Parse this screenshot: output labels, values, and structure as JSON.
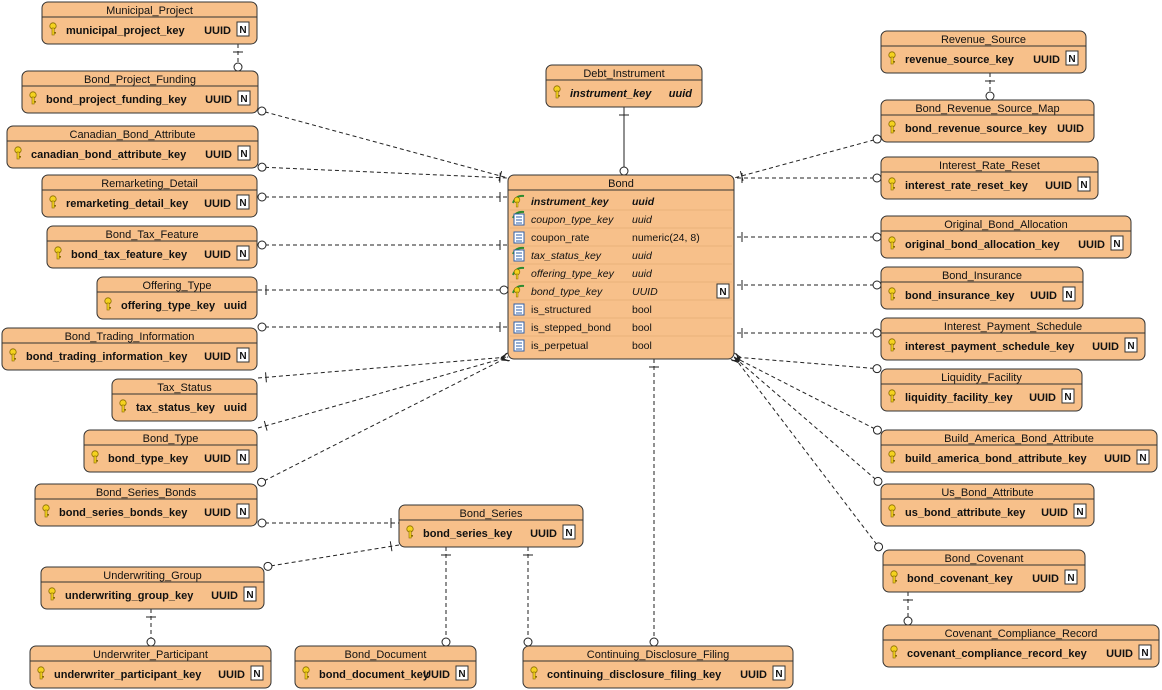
{
  "entities": [
    {
      "name": "Municipal_Project",
      "key": "municipal_project_key",
      "type": "UUID",
      "nullable": "N"
    },
    {
      "name": "Bond_Project_Funding",
      "key": "bond_project_funding_key",
      "type": "UUID",
      "nullable": "N"
    },
    {
      "name": "Canadian_Bond_Attribute",
      "key": "canadian_bond_attribute_key",
      "type": "UUID",
      "nullable": "N"
    },
    {
      "name": "Remarketing_Detail",
      "key": "remarketing_detail_key",
      "type": "UUID",
      "nullable": "N"
    },
    {
      "name": "Bond_Tax_Feature",
      "key": "bond_tax_feature_key",
      "type": "UUID",
      "nullable": "N"
    },
    {
      "name": "Offering_Type",
      "key": "offering_type_key",
      "type": "uuid",
      "nullable": ""
    },
    {
      "name": "Bond_Trading_Information",
      "key": "bond_trading_information_key",
      "type": "UUID",
      "nullable": "N"
    },
    {
      "name": "Tax_Status",
      "key": "tax_status_key",
      "type": "uuid",
      "nullable": ""
    },
    {
      "name": "Bond_Type",
      "key": "bond_type_key",
      "type": "UUID",
      "nullable": "N"
    },
    {
      "name": "Bond_Series_Bonds",
      "key": "bond_series_bonds_key",
      "type": "UUID",
      "nullable": "N"
    },
    {
      "name": "Underwriting_Group",
      "key": "underwriting_group_key",
      "type": "UUID",
      "nullable": "N"
    },
    {
      "name": "Underwriter_Participant",
      "key": "underwriter_participant_key",
      "type": "UUID",
      "nullable": "N"
    },
    {
      "name": "Bond_Document",
      "key": "bond_document_key",
      "type": "UUID",
      "nullable": "N"
    },
    {
      "name": "Bond_Series",
      "key": "bond_series_key",
      "type": "UUID",
      "nullable": "N"
    },
    {
      "name": "Continuing_Disclosure_Filing",
      "key": "continuing_disclosure_filing_key",
      "type": "UUID",
      "nullable": "N"
    },
    {
      "name": "Debt_Instrument",
      "key": "instrument_key",
      "type": "uuid",
      "nullable": ""
    },
    {
      "name": "Revenue_Source",
      "key": "revenue_source_key",
      "type": "UUID",
      "nullable": "N"
    },
    {
      "name": "Bond_Revenue_Source_Map",
      "key": "bond_revenue_source_key",
      "type": "UUID",
      "nullable": ""
    },
    {
      "name": "Interest_Rate_Reset",
      "key": "interest_rate_reset_key",
      "type": "UUID",
      "nullable": "N"
    },
    {
      "name": "Original_Bond_Allocation",
      "key": "original_bond_allocation_key",
      "type": "UUID",
      "nullable": "N"
    },
    {
      "name": "Bond_Insurance",
      "key": "bond_insurance_key",
      "type": "UUID",
      "nullable": "N"
    },
    {
      "name": "Interest_Payment_Schedule",
      "key": "interest_payment_schedule_key",
      "type": "UUID",
      "nullable": "N"
    },
    {
      "name": "Liquidity_Facility",
      "key": "liquidity_facility_key",
      "type": "UUID",
      "nullable": "N"
    },
    {
      "name": "Build_America_Bond_Attribute",
      "key": "build_america_bond_attribute_key",
      "type": "UUID",
      "nullable": "N"
    },
    {
      "name": "Us_Bond_Attribute",
      "key": "us_bond_attribute_key",
      "type": "UUID",
      "nullable": "N"
    },
    {
      "name": "Bond_Covenant",
      "key": "bond_covenant_key",
      "type": "UUID",
      "nullable": "N"
    },
    {
      "name": "Covenant_Compliance_Record",
      "key": "covenant_compliance_record_key",
      "type": "UUID",
      "nullable": "N"
    }
  ],
  "bond": {
    "name": "Bond",
    "columns": [
      {
        "name": "instrument_key",
        "type": "uuid",
        "icon": "pfk-key-icon",
        "style": "bold-italic",
        "nullable": ""
      },
      {
        "name": "coupon_type_key",
        "type": "uuid",
        "icon": "fk-column-icon",
        "style": "italic",
        "nullable": ""
      },
      {
        "name": "coupon_rate",
        "type": "numeric(24, 8)",
        "icon": "column-icon",
        "style": "normal",
        "nullable": ""
      },
      {
        "name": "tax_status_key",
        "type": "uuid",
        "icon": "fk-column-icon",
        "style": "italic",
        "nullable": ""
      },
      {
        "name": "offering_type_key",
        "type": "uuid",
        "icon": "fk-key-icon",
        "style": "italic",
        "nullable": ""
      },
      {
        "name": "bond_type_key",
        "type": "UUID",
        "icon": "fk-key-icon",
        "style": "italic",
        "nullable": "N"
      },
      {
        "name": "is_structured",
        "type": "bool",
        "icon": "column-icon",
        "style": "normal",
        "nullable": ""
      },
      {
        "name": "is_stepped_bond",
        "type": "bool",
        "icon": "column-icon",
        "style": "normal",
        "nullable": ""
      },
      {
        "name": "is_perpetual",
        "type": "bool",
        "icon": "column-icon",
        "style": "normal",
        "nullable": ""
      }
    ]
  }
}
